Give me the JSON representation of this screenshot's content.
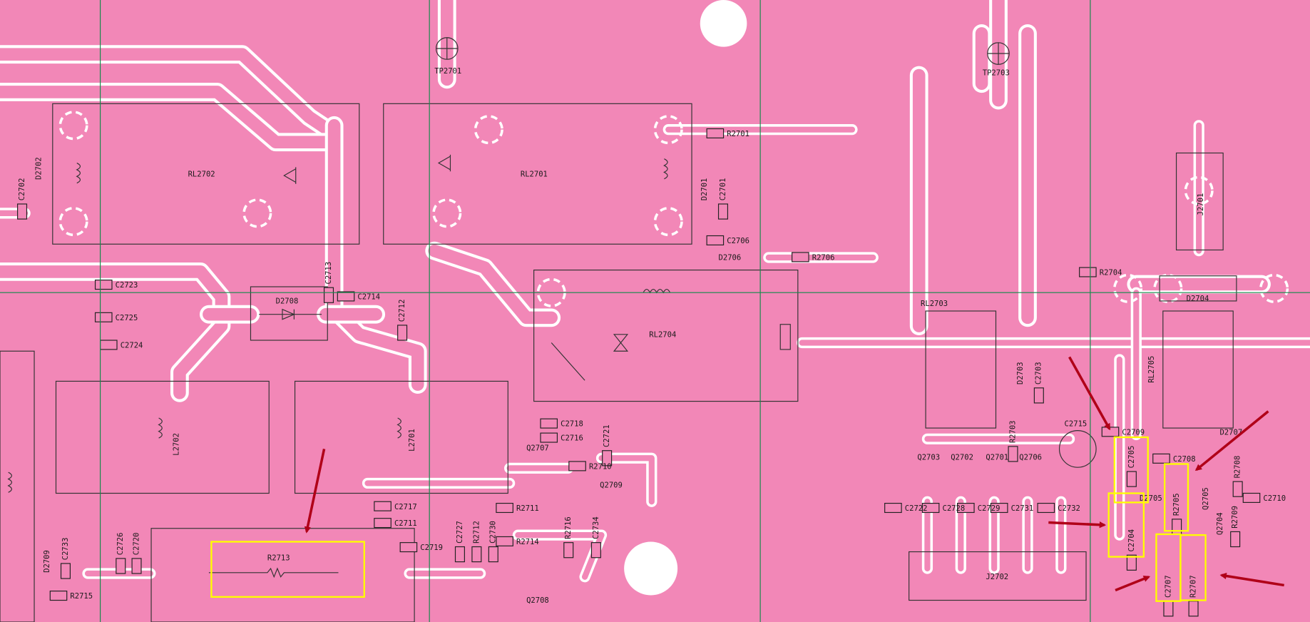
{
  "view": {
    "type": "pcb-layout",
    "background_color": "#f287b7",
    "highlight_color": "#ffff00",
    "arrow_color": "#b00018",
    "grid_color": "#138a4a"
  },
  "labels": [
    "TP2701",
    "TP2703",
    "RL2702",
    "RL2701",
    "R2701",
    "D2701",
    "C2701",
    "C2702",
    "D2702",
    "C2706",
    "D2706",
    "R2706",
    "C2713",
    "C2714",
    "C2712",
    "C2723",
    "C2725",
    "C2724",
    "D2708",
    "RL2704",
    "RL2703",
    "J2701",
    "R2704",
    "D2704",
    "RL2705",
    "D2703",
    "C2703",
    "C2715",
    "R2703",
    "L2702",
    "L2701",
    "C2718",
    "C2716",
    "C2721",
    "Q2707",
    "R2710",
    "Q2709",
    "C2717",
    "C2711",
    "C2727",
    "R2712",
    "C2730",
    "C2719",
    "R2711",
    "R2714",
    "R2716",
    "C2734",
    "Q2708",
    "C2726",
    "C2720",
    "D2709",
    "C2733",
    "R2715",
    "R2713",
    "Q2703",
    "Q2702",
    "Q2701",
    "Q2706",
    "C2722",
    "C2728",
    "C2729",
    "C2731",
    "C2732",
    "J2702",
    "C2709",
    "D2707",
    "C2708",
    "R2708",
    "C2705",
    "C2704",
    "D2705",
    "R2705",
    "Q2705",
    "Q2704",
    "R2709",
    "C2710",
    "C2707",
    "R2707"
  ],
  "highlighted": [
    "R2713",
    "C2705",
    "C2704",
    "R2705",
    "C2707",
    "R2707"
  ]
}
